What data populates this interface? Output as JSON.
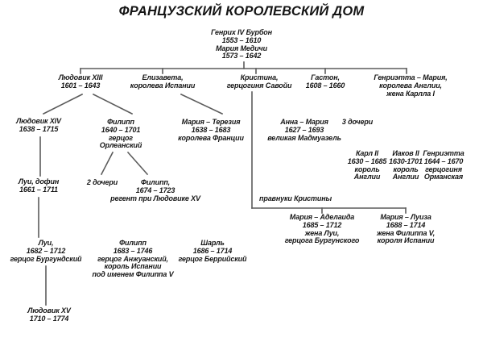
{
  "title": "ФРАНЦУЗСКИЙ КОРОЛЕВСКИЙ ДОМ",
  "colors": {
    "background": "#ffffff",
    "text": "#151515",
    "line": "#5c5c5c"
  },
  "annotation": {
    "pravnuki_label": "правнуки Кристины"
  },
  "tree": {
    "nodes": [
      {
        "id": "genrih-iv-burbon",
        "lines": [
          "Генрих IV Бурбон",
          "1553 – 1610",
          "Мария Медичи",
          "1573 – 1642"
        ]
      },
      {
        "id": "lyudovik-xiii",
        "lines": [
          "Людовик XIII",
          "1601 – 1643"
        ]
      },
      {
        "id": "elizaveta",
        "lines": [
          "Елизавета,",
          "королева Испании"
        ]
      },
      {
        "id": "kristina",
        "lines": [
          "Кристина,",
          "герцогиня Савойи"
        ]
      },
      {
        "id": "gaston",
        "lines": [
          "Гастон,",
          "1608 – 1660"
        ]
      },
      {
        "id": "genrietta-mariya",
        "lines": [
          "Генриэтта – Мария,",
          "королева Англии,",
          "жена Карлла I"
        ]
      },
      {
        "id": "lyudovik-xiv",
        "lines": [
          "Людовик XIV",
          "1638 – 1715"
        ]
      },
      {
        "id": "filipp-orleanskiy",
        "lines": [
          "Филипп",
          "1640 – 1701",
          "герцог",
          "Орлеанский"
        ]
      },
      {
        "id": "mariya-tereziya",
        "lines": [
          "Мария – Терезия",
          "1638 – 1683",
          "королева Франции"
        ]
      },
      {
        "id": "anna-mariya",
        "lines": [
          "Анна – Мария",
          "1627 – 1693",
          "великая Мадмуазель"
        ]
      },
      {
        "id": "tri-docheri",
        "lines": [
          "3 дочери"
        ]
      },
      {
        "id": "karl-ii",
        "lines": [
          "Карл II",
          "1630 – 1685",
          "король",
          "Англии"
        ]
      },
      {
        "id": "iakov-ii",
        "lines": [
          "Иаков II",
          "1630-1701",
          "король",
          "Англии"
        ]
      },
      {
        "id": "genrietta-ormanskaya",
        "lines": [
          "Генриэтта",
          "1644 – 1670",
          "герцогиня",
          "Орманская"
        ]
      },
      {
        "id": "lui-dofin",
        "lines": [
          "Луи, дофин",
          "1661 – 1711"
        ]
      },
      {
        "id": "dve-docheri",
        "lines": [
          "2 дочери"
        ]
      },
      {
        "id": "filipp-regent",
        "lines": [
          "Филипп,",
          "1674 – 1723",
          "регент при Людовике XV"
        ]
      },
      {
        "id": "mariya-adelaida",
        "lines": [
          "Мария – Аделаида",
          "1685 – 1712",
          "жена Луи,",
          "герцога Бургунского"
        ]
      },
      {
        "id": "mariya-luiza",
        "lines": [
          "Мария – Луиза",
          "1688 – 1714",
          "жена Филиппа V,",
          "короля Испании"
        ]
      },
      {
        "id": "lui-burgundskiy",
        "lines": [
          "Луи,",
          "1682 – 1712",
          "герцог Бургундский"
        ]
      },
      {
        "id": "filipp-anzhuanskiy",
        "lines": [
          "Филипп",
          "1683 – 1746",
          "герцог Анжуанский,",
          "король Испании",
          "под именем Филиппа V"
        ]
      },
      {
        "id": "sharl",
        "lines": [
          "Шарль",
          "1686 – 1714",
          "герцог Беррийский"
        ]
      },
      {
        "id": "lyudovik-xv",
        "lines": [
          "Людовик XV",
          "1710 – 1774"
        ]
      }
    ]
  }
}
